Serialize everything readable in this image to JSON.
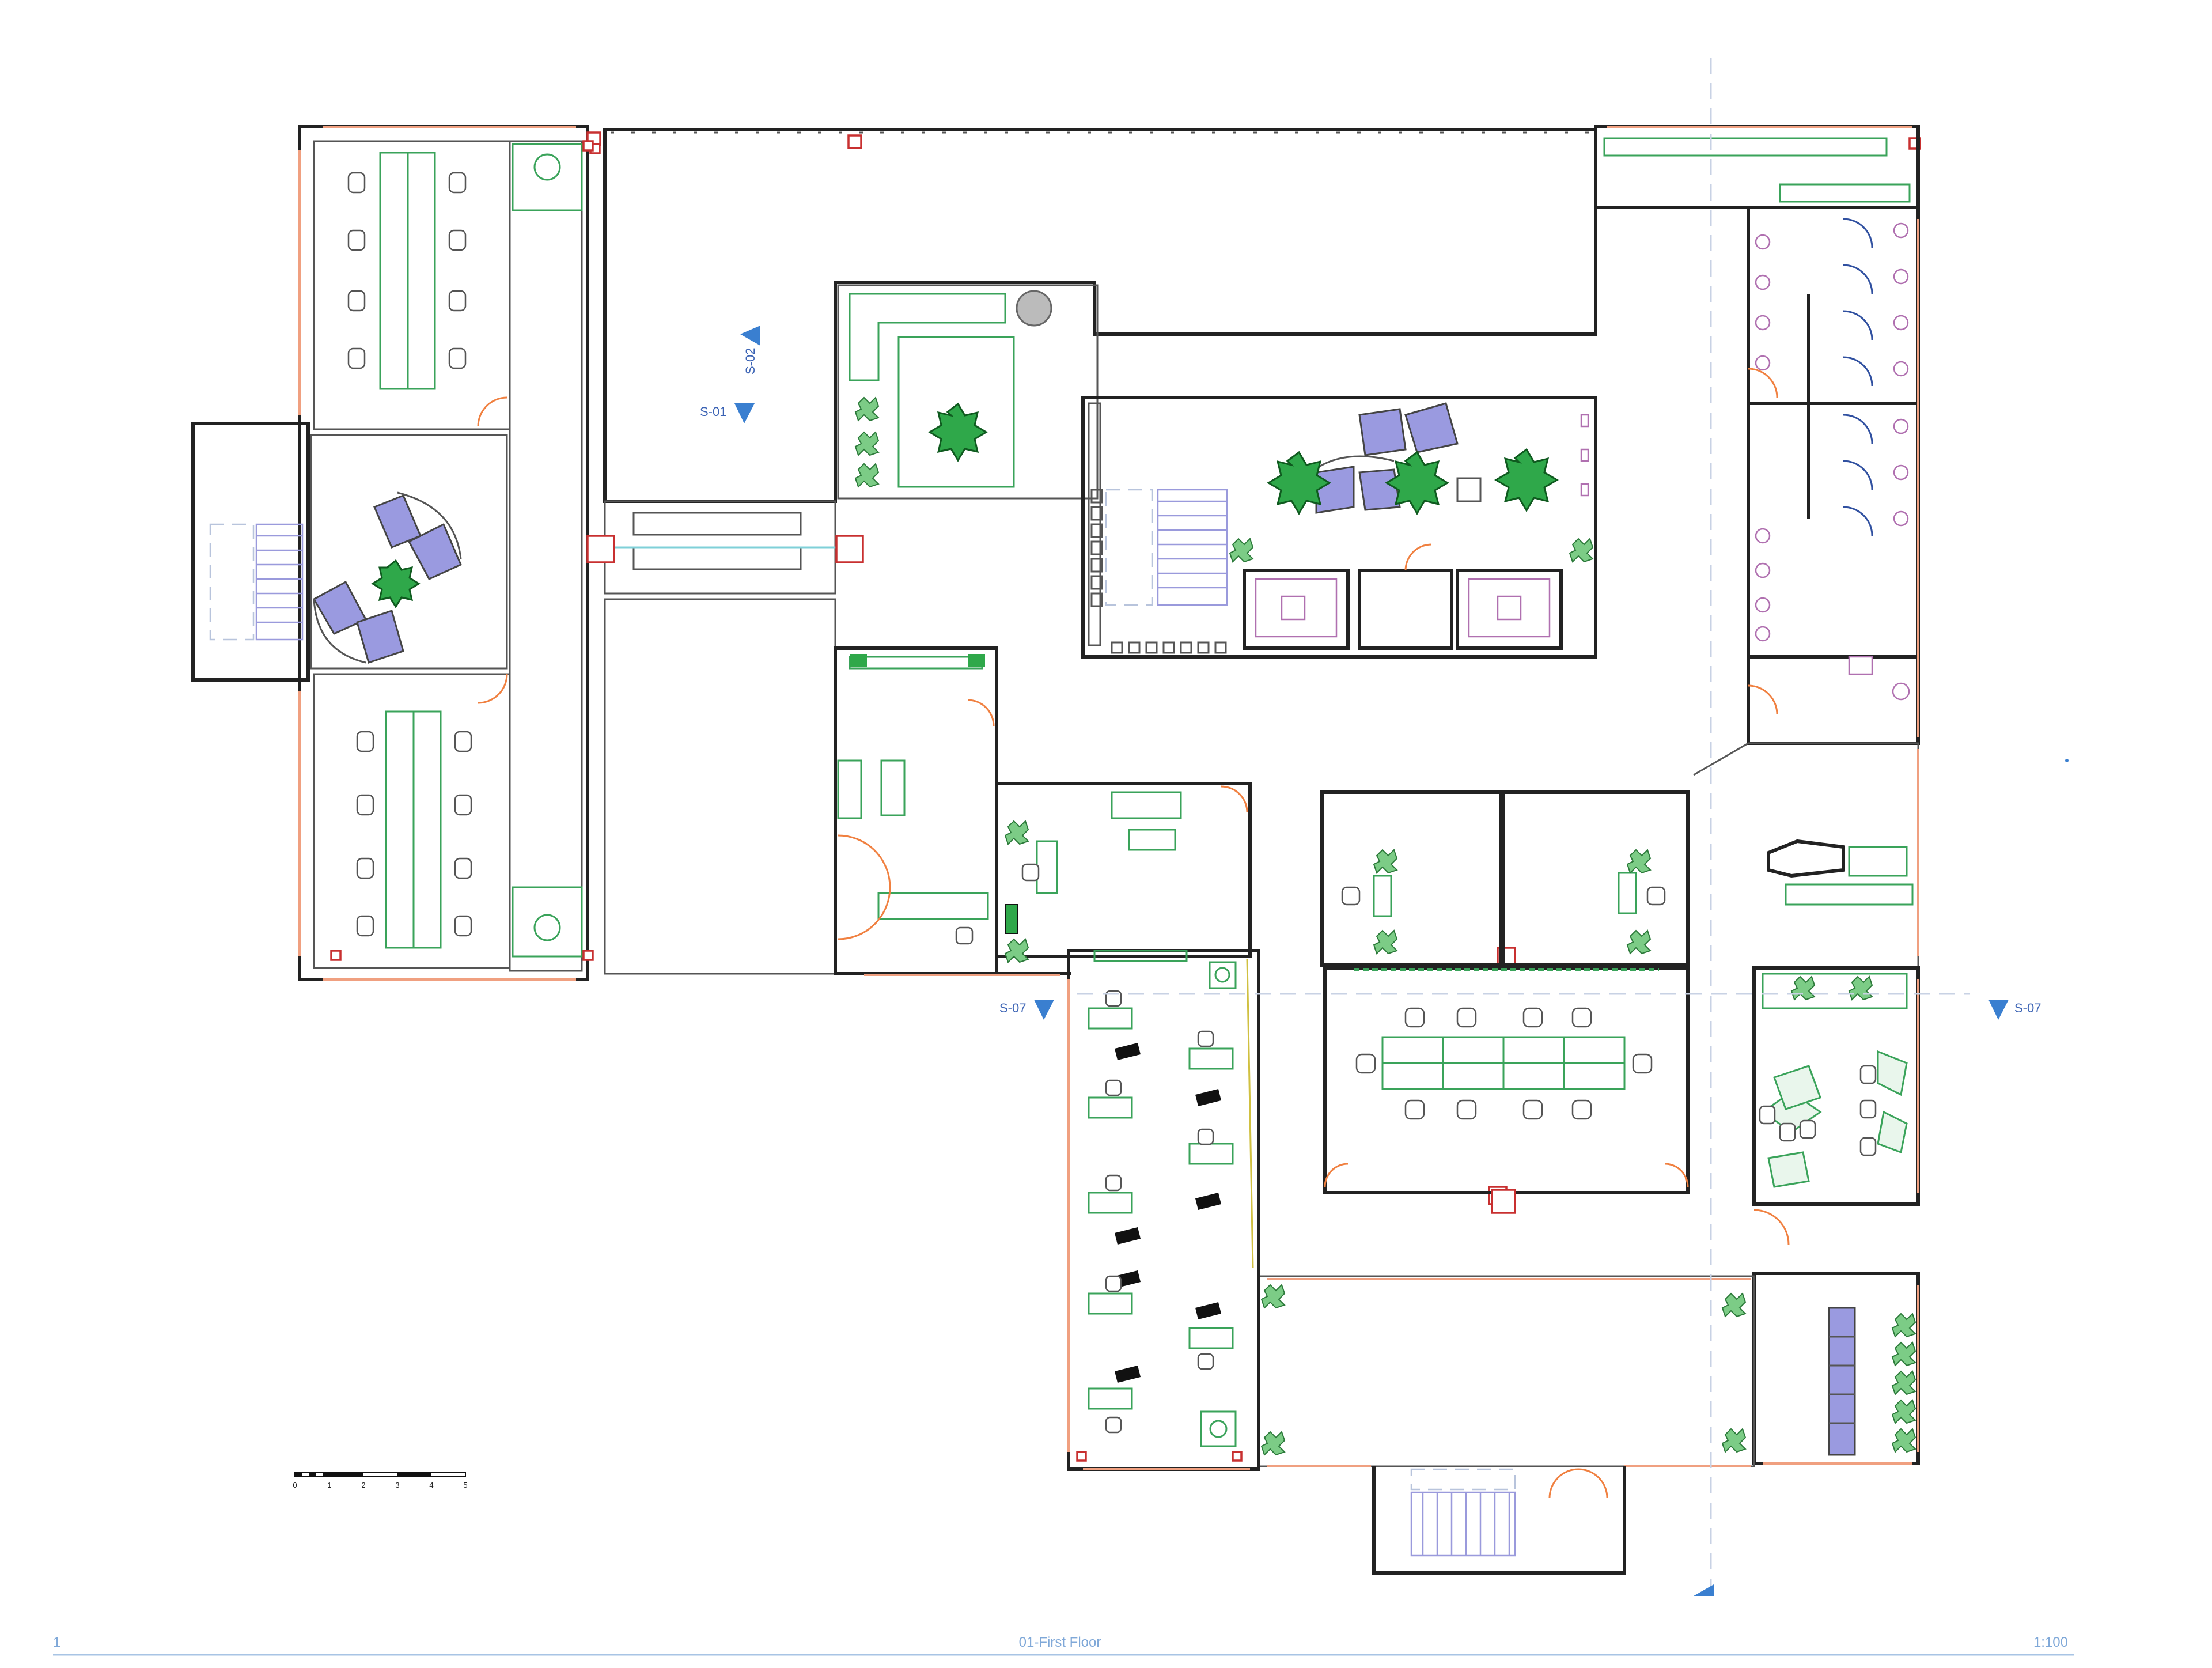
{
  "drawing": {
    "sheet_number": "1",
    "title": "01-First Floor",
    "scale": "1:100"
  },
  "section_markers": {
    "s01": "S-01",
    "s02": "S-02",
    "s07_left": "S-07",
    "s07_right": "S-07"
  },
  "scale_bar": {
    "ticks": [
      "0",
      "1",
      "2",
      "3",
      "4",
      "5"
    ]
  },
  "colors": {
    "walls": "#222222",
    "glazing": "#f0a080",
    "furniture": "#3aa35a",
    "lounge_seating": "#9a9ae0",
    "plants": "#2fa84a",
    "columns": "#c83030",
    "section_markers": "#3a7fd0",
    "title_text": "#7fa8d8"
  }
}
